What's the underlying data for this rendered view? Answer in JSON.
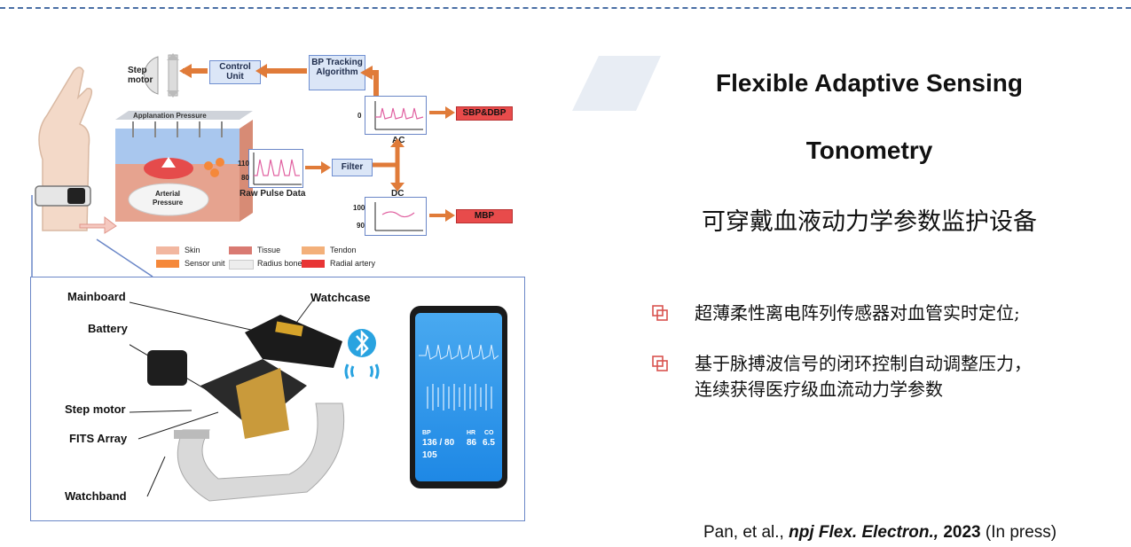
{
  "figure": {
    "step_motor": "Step motor",
    "control_unit": "Control Unit",
    "bp_tracking": "BP Tracking Algorithm",
    "applanation": "Applanation Pressure",
    "arterial": "Arterial Pressure",
    "raw_pulse": "Raw Pulse Data",
    "filter": "Filter",
    "ac": "AC",
    "dc": "DC",
    "sbp_dbp": "SBP&DBP",
    "mbp": "MBP",
    "y_top_ac": "0",
    "y_raw_110": "110",
    "y_raw_80": "80",
    "y_dc_100": "100",
    "y_dc_90": "90",
    "legend": [
      {
        "label": "Skin",
        "color": "#f2b7a0"
      },
      {
        "label": "Tissue",
        "color": "#d97a72"
      },
      {
        "label": "Tendon",
        "color": "#f3b07a"
      },
      {
        "label": "Sensor unit",
        "color": "#f5883a"
      },
      {
        "label": "Radius bone",
        "color": "#ededed"
      },
      {
        "label": "Radial artery",
        "color": "#e83535"
      }
    ],
    "parts": {
      "mainboard": "Mainboard",
      "watchcase": "Watchcase",
      "battery": "Battery",
      "step_motor": "Step motor",
      "fits_array": "FITS Array",
      "watchband": "Watchband"
    },
    "phone": {
      "bp_label": "BP",
      "bp_value": "136 / 80",
      "mbp_value": "105",
      "hr_label": "HR",
      "hr_value": "86",
      "co_label": "CO",
      "co_value": "6.5"
    }
  },
  "title_line1": "Flexible Adaptive Sensing",
  "title_line2": "Tonometry",
  "subtitle_cn": "可穿戴血液动力学参数监护设备",
  "bullets": [
    {
      "lines": [
        "超薄柔性离电阵列传感器对血管实时定位;"
      ]
    },
    {
      "lines": [
        "基于脉搏波信号的闭环控制自动调整压力，",
        "连续获得医疗级血流动力学参数"
      ]
    }
  ],
  "citation": {
    "authors": "Pan, et al.,",
    "journal": "npj Flex. Electron.,",
    "year": "2023",
    "note": "(In press)"
  },
  "colors": {
    "accent_red": "#d9534f",
    "arrow_orange": "#e07b39",
    "frame_blue": "#6b87c7"
  }
}
